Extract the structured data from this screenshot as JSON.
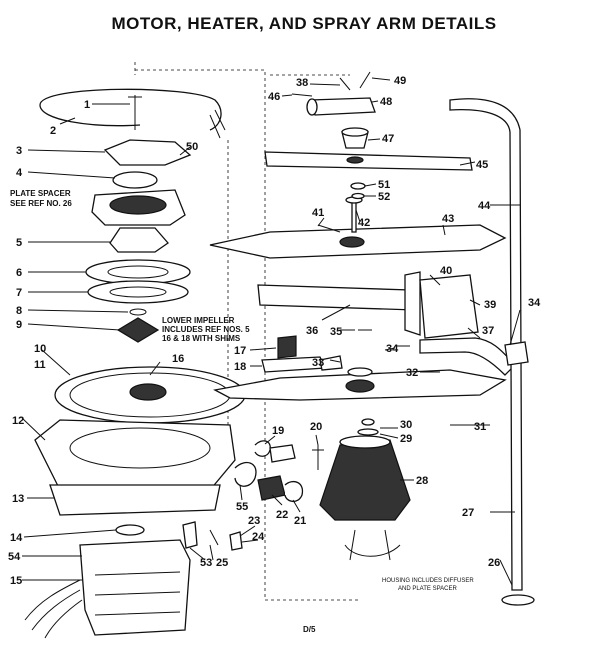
{
  "title": "MOTOR, HEATER, AND SPRAY ARM DETAILS",
  "notes": {
    "plate_spacer_1": "PLATE SPACER",
    "plate_spacer_2": "SEE REF NO. 26",
    "lower_impeller_1": "LOWER IMPELLER",
    "lower_impeller_2": "INCLUDES REF NOS. 5",
    "lower_impeller_3": "16 & 18 WITH SHIMS",
    "housing_1": "HOUSING INCLUDES DIFFUSER",
    "housing_2": "AND PLATE SPACER"
  },
  "page_code": "D/5",
  "callouts": [
    {
      "num": "1"
    },
    {
      "num": "2"
    },
    {
      "num": "3"
    },
    {
      "num": "4"
    },
    {
      "num": "5"
    },
    {
      "num": "6"
    },
    {
      "num": "7"
    },
    {
      "num": "8"
    },
    {
      "num": "9"
    },
    {
      "num": "10"
    },
    {
      "num": "11"
    },
    {
      "num": "12"
    },
    {
      "num": "13"
    },
    {
      "num": "14"
    },
    {
      "num": "15"
    },
    {
      "num": "16"
    },
    {
      "num": "17"
    },
    {
      "num": "18"
    },
    {
      "num": "19"
    },
    {
      "num": "20"
    },
    {
      "num": "21"
    },
    {
      "num": "22"
    },
    {
      "num": "23"
    },
    {
      "num": "24"
    },
    {
      "num": "25"
    },
    {
      "num": "26"
    },
    {
      "num": "27"
    },
    {
      "num": "28"
    },
    {
      "num": "29"
    },
    {
      "num": "30"
    },
    {
      "num": "31"
    },
    {
      "num": "32"
    },
    {
      "num": "33"
    },
    {
      "num": "34"
    },
    {
      "num": "34"
    },
    {
      "num": "35"
    },
    {
      "num": "36"
    },
    {
      "num": "37"
    },
    {
      "num": "38"
    },
    {
      "num": "39"
    },
    {
      "num": "40"
    },
    {
      "num": "41"
    },
    {
      "num": "42"
    },
    {
      "num": "43"
    },
    {
      "num": "44"
    },
    {
      "num": "45"
    },
    {
      "num": "46"
    },
    {
      "num": "47"
    },
    {
      "num": "48"
    },
    {
      "num": "49"
    },
    {
      "num": "50"
    },
    {
      "num": "51"
    },
    {
      "num": "52"
    },
    {
      "num": "53"
    },
    {
      "num": "54"
    },
    {
      "num": "55"
    }
  ]
}
